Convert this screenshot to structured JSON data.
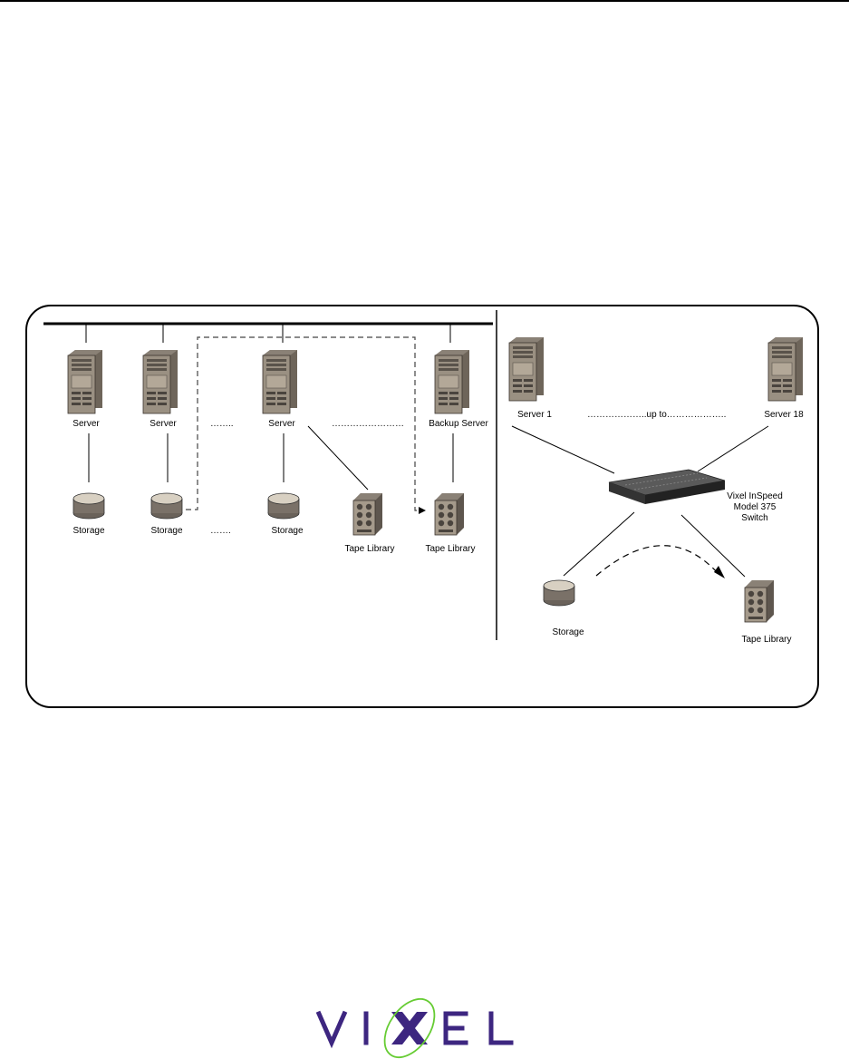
{
  "left_panel": {
    "servers": [
      "Server",
      "Server",
      "Server",
      "Backup Server"
    ],
    "storage": [
      "Storage",
      "Storage",
      "Storage"
    ],
    "tape_libraries": [
      "Tape Library",
      "Tape Library"
    ],
    "ellipsis_top_1": "……..",
    "ellipsis_top_2": "……………………",
    "ellipsis_bottom": "……."
  },
  "right_panel": {
    "server_first": "Server 1",
    "server_last": "Server 18",
    "range_text": "………………..up to………………..",
    "switch_line1": "Vixel InSpeed",
    "switch_line2": "Model 375",
    "switch_line3": "Switch",
    "storage": "Storage",
    "tape_library": "Tape Library"
  },
  "logo": {
    "letters": "VIXEL",
    "primary_color": "#3d2680",
    "accent_color": "#66cc33"
  }
}
